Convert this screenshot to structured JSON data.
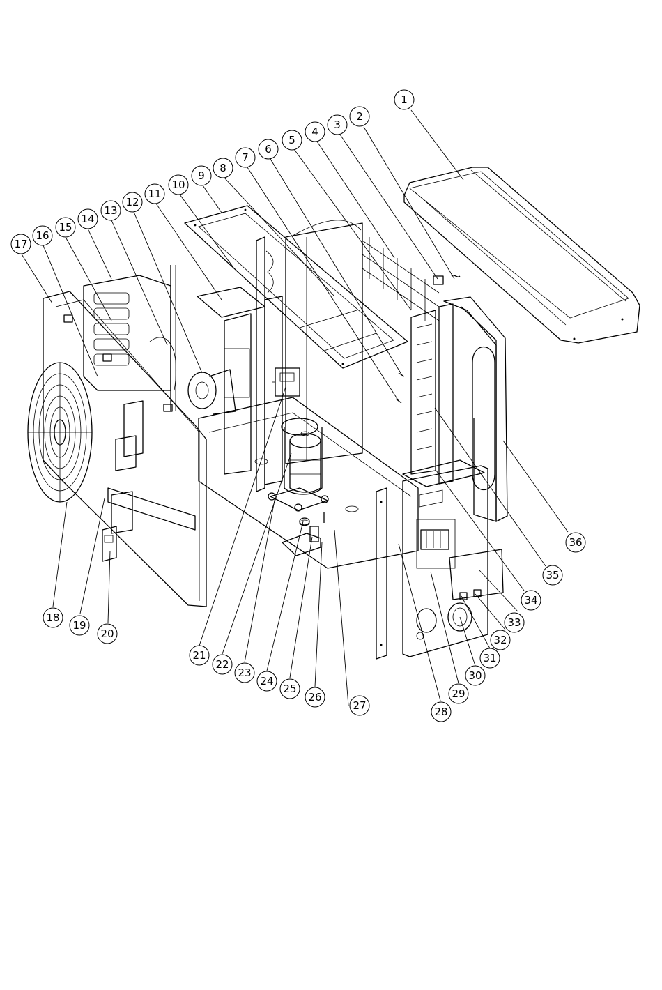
{
  "callouts": [
    {
      "label": "1"
    },
    {
      "label": "2"
    },
    {
      "label": "3"
    },
    {
      "label": "4"
    },
    {
      "label": "5"
    },
    {
      "label": "6"
    },
    {
      "label": "7"
    },
    {
      "label": "8"
    },
    {
      "label": "9"
    },
    {
      "label": "10"
    },
    {
      "label": "11"
    },
    {
      "label": "12"
    },
    {
      "label": "13"
    },
    {
      "label": "14"
    },
    {
      "label": "15"
    },
    {
      "label": "16"
    },
    {
      "label": "17"
    },
    {
      "label": "18"
    },
    {
      "label": "19"
    },
    {
      "label": "20"
    },
    {
      "label": "21"
    },
    {
      "label": "22"
    },
    {
      "label": "23"
    },
    {
      "label": "24"
    },
    {
      "label": "25"
    },
    {
      "label": "26"
    },
    {
      "label": "27"
    },
    {
      "label": "28"
    },
    {
      "label": "29"
    },
    {
      "label": "30"
    },
    {
      "label": "31"
    },
    {
      "label": "32"
    },
    {
      "label": "33"
    },
    {
      "label": "34"
    },
    {
      "label": "35"
    },
    {
      "label": "36"
    }
  ]
}
